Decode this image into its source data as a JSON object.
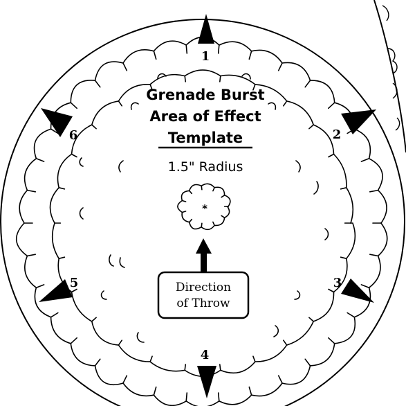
{
  "template": {
    "title_line1": "Grenade Burst",
    "title_line2": "Area of Effect",
    "title_line3": "Template",
    "radius_label": "1.5\" Radius",
    "center_mark": "*",
    "direction_line1": "Direction",
    "direction_line2": "of Throw"
  },
  "scatter_directions": [
    {
      "label": "1"
    },
    {
      "label": "2"
    },
    {
      "label": "3"
    },
    {
      "label": "4"
    },
    {
      "label": "5"
    },
    {
      "label": "6"
    }
  ],
  "colors": {
    "ink": "#000000",
    "paper": "#ffffff"
  }
}
